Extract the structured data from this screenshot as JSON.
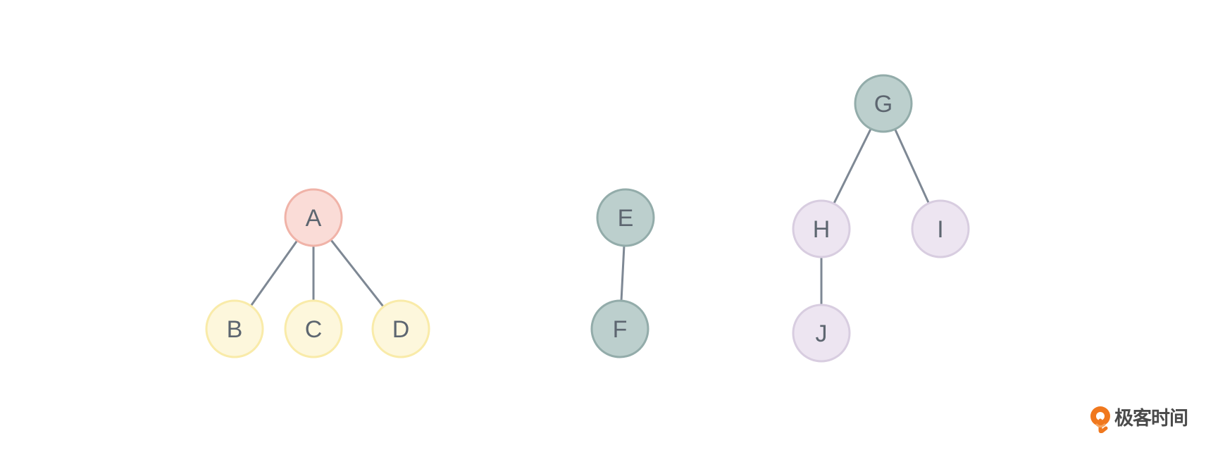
{
  "diagram": {
    "nodes": [
      {
        "id": "A",
        "label": "A",
        "fill": "#fadcd7",
        "stroke": "#f0b3a8"
      },
      {
        "id": "B",
        "label": "B",
        "fill": "#fdf7dc",
        "stroke": "#f9eba9"
      },
      {
        "id": "C",
        "label": "C",
        "fill": "#fdf7dc",
        "stroke": "#f9eba9"
      },
      {
        "id": "D",
        "label": "D",
        "fill": "#fdf7dc",
        "stroke": "#f9eba9"
      },
      {
        "id": "E",
        "label": "E",
        "fill": "#bccfcd",
        "stroke": "#93acaa"
      },
      {
        "id": "F",
        "label": "F",
        "fill": "#bccfcd",
        "stroke": "#93acaa"
      },
      {
        "id": "G",
        "label": "G",
        "fill": "#bccfcd",
        "stroke": "#93acaa"
      },
      {
        "id": "H",
        "label": "H",
        "fill": "#ede5f1",
        "stroke": "#d8cde0"
      },
      {
        "id": "I",
        "label": "I",
        "fill": "#ede5f1",
        "stroke": "#d8cde0"
      },
      {
        "id": "J",
        "label": "J",
        "fill": "#ede5f1",
        "stroke": "#d8cde0"
      }
    ],
    "edges": [
      {
        "from": "A",
        "to": "B"
      },
      {
        "from": "A",
        "to": "C"
      },
      {
        "from": "A",
        "to": "D"
      },
      {
        "from": "E",
        "to": "F"
      },
      {
        "from": "G",
        "to": "H"
      },
      {
        "from": "G",
        "to": "I"
      },
      {
        "from": "H",
        "to": "J"
      }
    ],
    "edge_color": "#7e8894",
    "label_color": "#5d6670"
  },
  "watermark": {
    "text": "极客时间",
    "icon": "geektime-logo-icon",
    "accent": "#f0781e"
  }
}
